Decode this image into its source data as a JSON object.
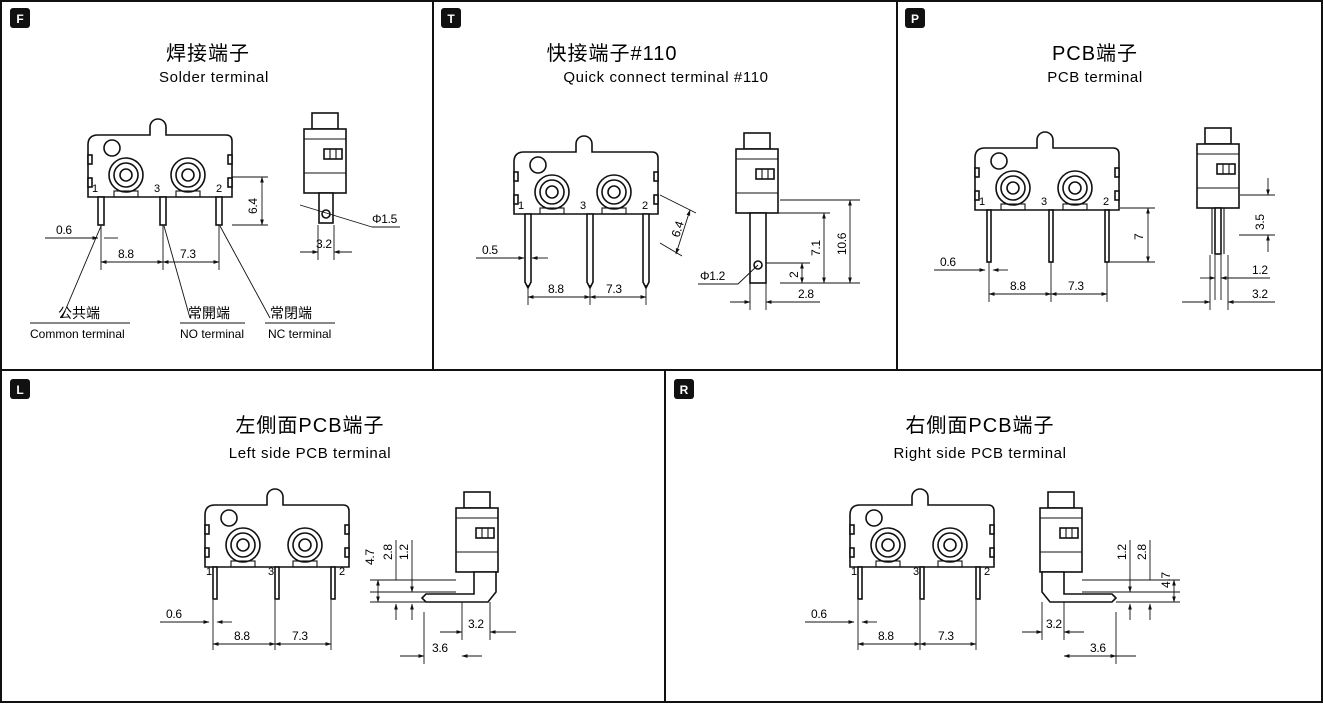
{
  "panels": {
    "F": {
      "badge": "F",
      "title_cn": "焊接端子",
      "title_en": "Solder terminal",
      "pins": [
        "1",
        "3",
        "2"
      ],
      "dims": {
        "a": "0.6",
        "b": "8.8",
        "c": "7.3",
        "d": "6.4",
        "e": "3.2",
        "f": "Φ1.5"
      },
      "labels": {
        "common_cn": "公共端",
        "common_en": "Common terminal",
        "no_cn": "常開端",
        "no_en": "NO terminal",
        "nc_cn": "常閉端",
        "nc_en": "NC terminal"
      }
    },
    "T": {
      "badge": "T",
      "title_cn": "快接端子#110",
      "title_en": "Quick connect terminal #110",
      "pins": [
        "1",
        "3",
        "2"
      ],
      "dims": {
        "a": "0.5",
        "b": "8.8",
        "c": "7.3",
        "d": "6.4",
        "e": "Φ1.2",
        "f": "2",
        "g": "7.1",
        "h": "10.6",
        "i": "2.8"
      }
    },
    "P": {
      "badge": "P",
      "title_cn": "PCB端子",
      "title_en": "PCB terminal",
      "pins": [
        "1",
        "3",
        "2"
      ],
      "dims": {
        "a": "0.6",
        "b": "8.8",
        "c": "7.3",
        "d": "7",
        "e": "3.5",
        "f": "1.2",
        "g": "3.2"
      }
    },
    "L": {
      "badge": "L",
      "title_cn": "左側面PCB端子",
      "title_en": "Left side PCB terminal",
      "pins": [
        "1",
        "3",
        "2"
      ],
      "dims": {
        "a": "0.6",
        "b": "8.8",
        "c": "7.3",
        "d": "2.8",
        "e": "1.2",
        "f": "4.7",
        "g": "3.2",
        "h": "3.6"
      }
    },
    "R": {
      "badge": "R",
      "title_cn": "右側面PCB端子",
      "title_en": "Right side PCB terminal",
      "pins": [
        "1",
        "3",
        "2"
      ],
      "dims": {
        "a": "0.6",
        "b": "8.8",
        "c": "7.3",
        "d": "1.2",
        "e": "2.8",
        "f": "4.7",
        "g": "3.2",
        "h": "3.6"
      }
    }
  }
}
